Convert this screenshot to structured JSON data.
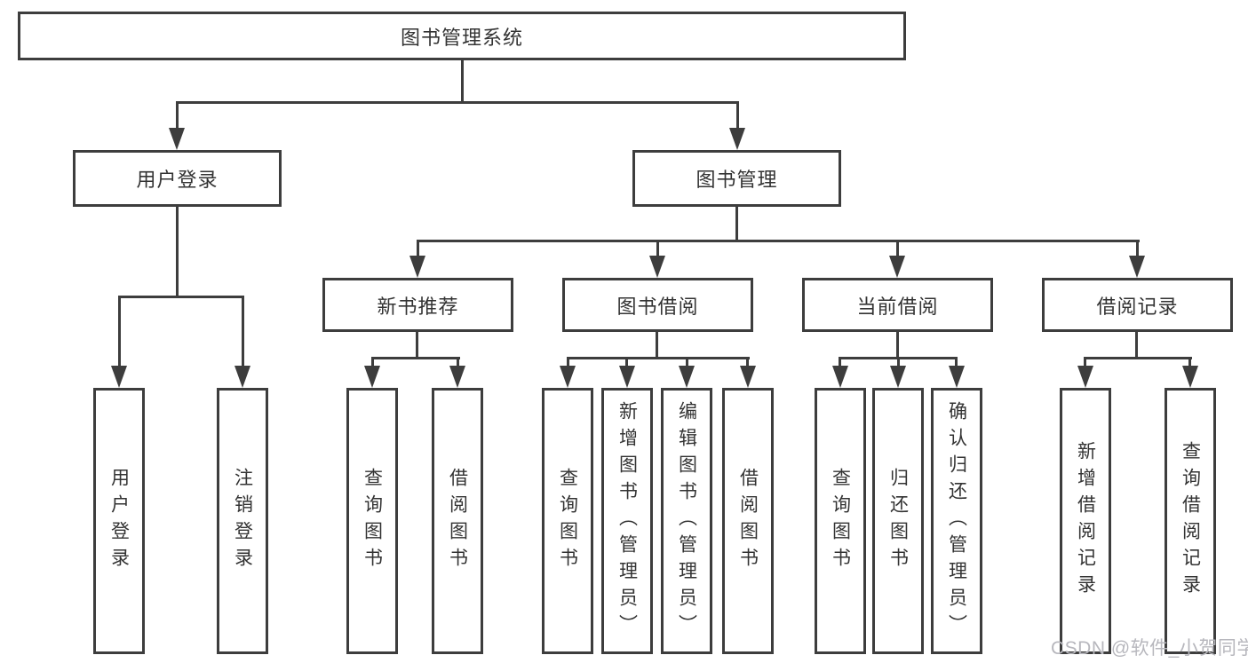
{
  "diagram_title": "图书管理系统",
  "tree": {
    "root": {
      "label": "图书管理系统",
      "children": [
        {
          "label": "用户登录",
          "children": [
            {
              "label": "用户登录"
            },
            {
              "label": "注销登录"
            }
          ]
        },
        {
          "label": "图书管理",
          "children": [
            {
              "label": "新书推荐",
              "children": [
                {
                  "label": "查询图书"
                },
                {
                  "label": "借阅图书"
                }
              ]
            },
            {
              "label": "图书借阅",
              "children": [
                {
                  "label": "查询图书"
                },
                {
                  "label": "新增图书（管理员）"
                },
                {
                  "label": "编辑图书（管理员）"
                },
                {
                  "label": "借阅图书"
                }
              ]
            },
            {
              "label": "当前借阅",
              "children": [
                {
                  "label": "查询图书"
                },
                {
                  "label": "归还图书"
                },
                {
                  "label": "确认归还（管理员）"
                }
              ]
            },
            {
              "label": "借阅记录",
              "children": [
                {
                  "label": "新增借阅记录"
                },
                {
                  "label": "查询借阅记录"
                }
              ]
            }
          ]
        }
      ]
    }
  },
  "watermark": "CSDN @软件_小贺同学",
  "colors": {
    "line": "#3d3d3d",
    "text": "#333333",
    "watermark": "#b7b7bd",
    "background": "#ffffff"
  }
}
